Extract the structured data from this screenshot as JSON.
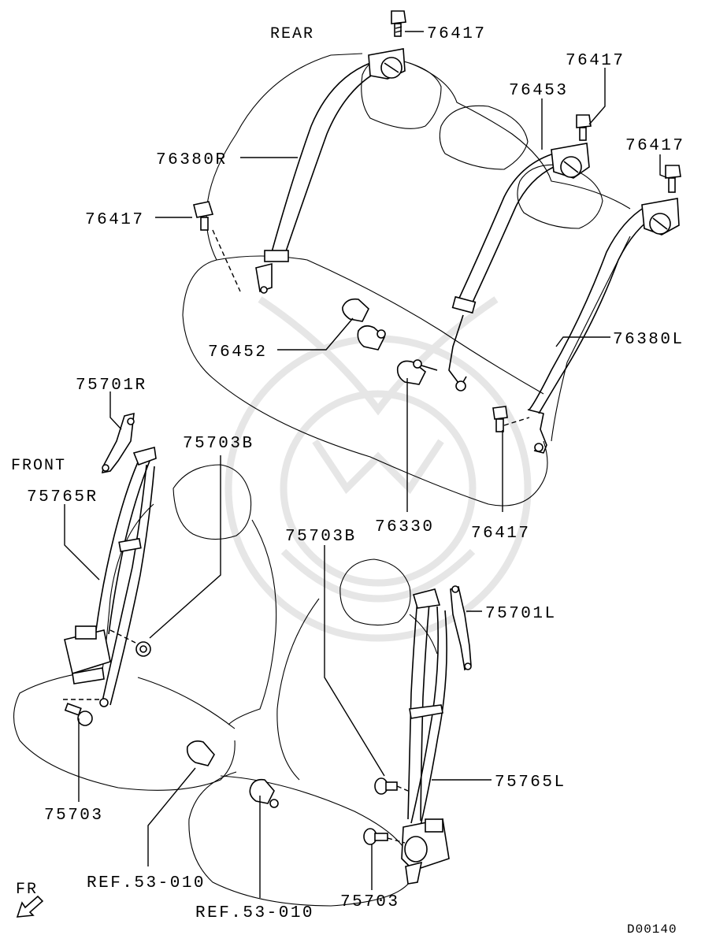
{
  "captions": {
    "rear": "REAR",
    "front": "FRONT",
    "fr": "FR",
    "diagram_code": "D00140"
  },
  "part_labels": {
    "bolt_top_center": "76417",
    "bolt_top_right": "76417",
    "bolt_right": "76417",
    "bolt_left": "76417",
    "bolt_bottom_right": "76417",
    "retractor_rear_center": "76453",
    "belt_rear_right": "76380R",
    "belt_rear_left": "76380L",
    "buckle_rear_right": "76452",
    "buckle_rear_center": "76330",
    "adjuster_right": "75701R",
    "adjuster_left": "75701L",
    "bolt_b_right": "75703B",
    "bolt_b_left": "75703B",
    "belt_front_right": "75765R",
    "belt_front_left": "75765L",
    "bolt_front_right": "75703",
    "bolt_front_left": "75703",
    "ref_buckle_right": "REF.53-010",
    "ref_buckle_left": "REF.53-010"
  }
}
